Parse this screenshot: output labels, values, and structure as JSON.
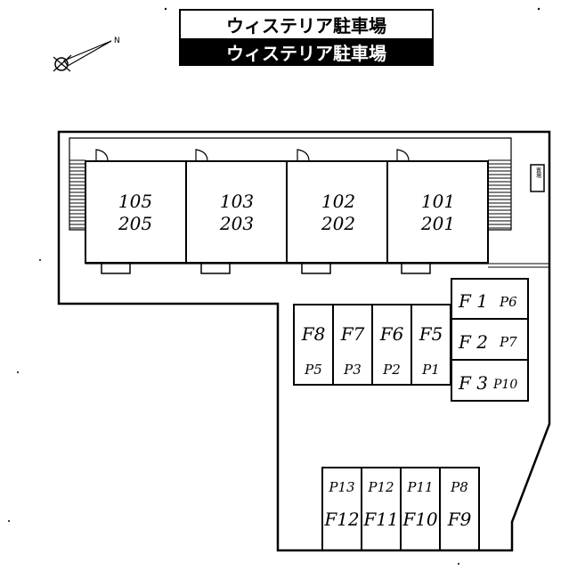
{
  "title": {
    "line1": "ウィステリア駐車場",
    "line2": "ウィステリア駐車場"
  },
  "compass_label": "N",
  "units": [
    {
      "upper": "105",
      "lower": "205"
    },
    {
      "upper": "103",
      "lower": "203"
    },
    {
      "upper": "102",
      "lower": "202"
    },
    {
      "upper": "101",
      "lower": "201"
    }
  ],
  "upper_spaces": [
    {
      "f": "F8",
      "p": "P5"
    },
    {
      "f": "F7",
      "p": "P3"
    },
    {
      "f": "F6",
      "p": "P2"
    },
    {
      "f": "F5",
      "p": "P1"
    }
  ],
  "right_spaces": [
    {
      "f": "F 1",
      "p": "P6"
    },
    {
      "f": "F 2",
      "p": "P7"
    },
    {
      "f": "F 3",
      "p": "P10"
    }
  ],
  "lower_spaces": [
    {
      "p": "P13",
      "f": "F12"
    },
    {
      "p": "P12",
      "f": "F11"
    },
    {
      "p": "P11",
      "f": "F10"
    },
    {
      "p": "P8",
      "f": "F9"
    }
  ],
  "sign_text": "置場"
}
